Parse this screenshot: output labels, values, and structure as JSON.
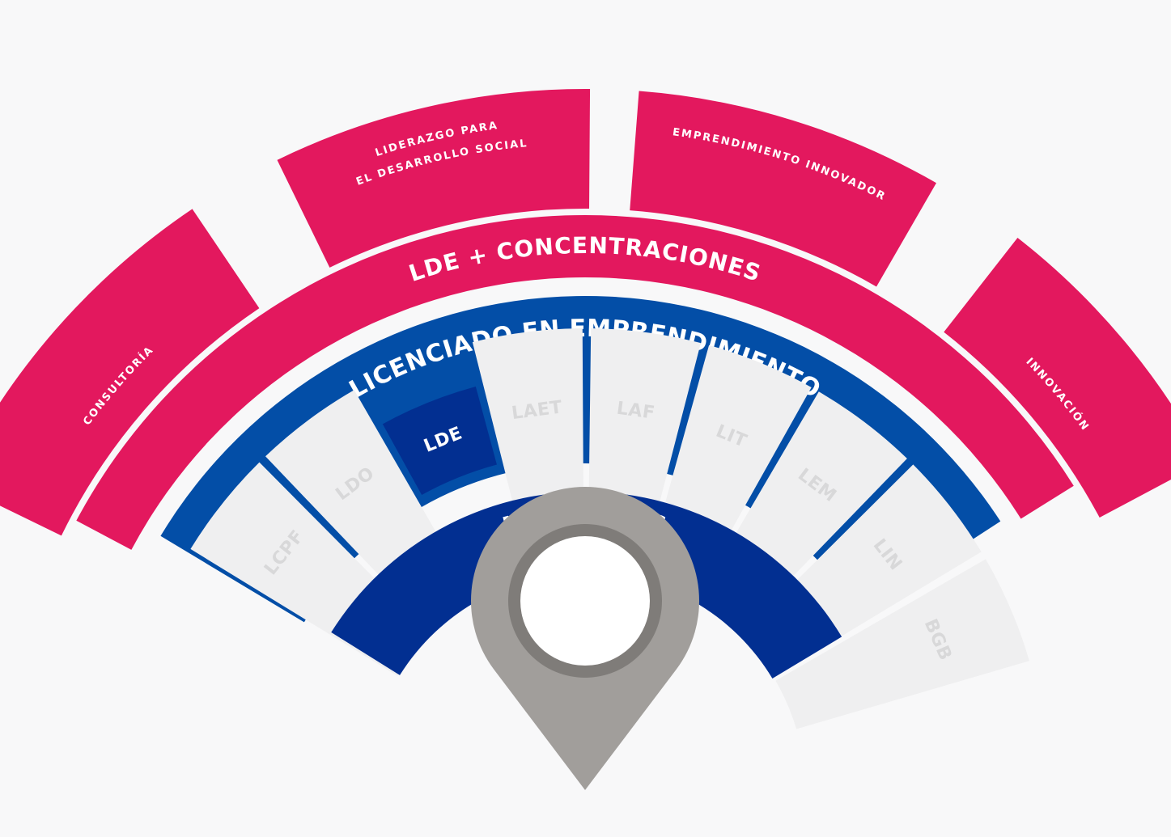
{
  "colors": {
    "background": "#f8f8f9",
    "magenta": "#e3185e",
    "blue": "#034ea7",
    "dark_blue": "#022f91",
    "tile": "#efeff0",
    "tile_text": "#d8d8d9",
    "pin": "#a19e9b",
    "pin_ring": "#7f7c79",
    "white": "#ffffff"
  },
  "outer_segments": [
    {
      "id": "consultoria",
      "lines": [
        "CONSULTORÍA"
      ]
    },
    {
      "id": "liderazgo",
      "lines": [
        "LIDERAZGO PARA",
        "EL DESARROLLO SOCIAL"
      ]
    },
    {
      "id": "emprendimiento-innovador",
      "lines": [
        "EMPRENDIMIENTO INNOVADOR"
      ]
    },
    {
      "id": "innovacion",
      "lines": [
        "INNOVACIÓN"
      ]
    }
  ],
  "concentraciones_label": "LDE + CONCENTRACIONES",
  "licenciado_label": "LICENCIADO EN EMPRENDIMIENTO",
  "negocios_label": "NEGOCIOS",
  "programs": [
    {
      "label": "LCPF",
      "active": false
    },
    {
      "label": "LDO",
      "active": false
    },
    {
      "label": "LDE",
      "active": true
    },
    {
      "label": "LAET",
      "active": false
    },
    {
      "label": "LAF",
      "active": false
    },
    {
      "label": "LIT",
      "active": false
    },
    {
      "label": "LEM",
      "active": false
    },
    {
      "label": "LIN",
      "active": false
    },
    {
      "label": "BGB",
      "active": false
    }
  ],
  "pin_icon": "location-pin-icon"
}
